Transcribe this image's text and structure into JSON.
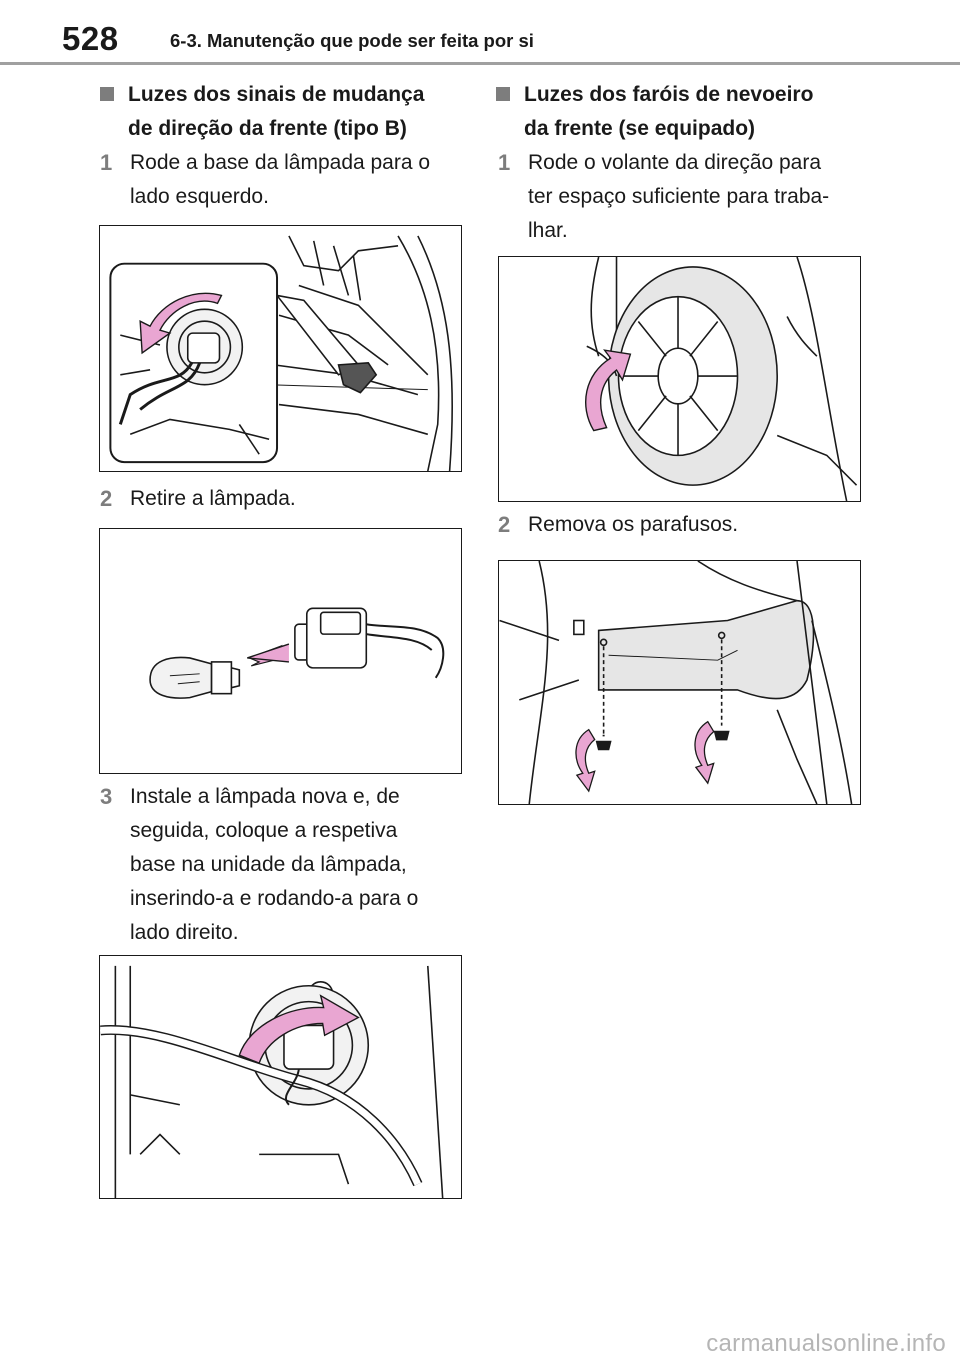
{
  "header": {
    "page_number": "528",
    "section": "6-3. Manutenção que pode ser feita por si"
  },
  "left": {
    "heading": [
      "Luzes dos sinais de mudança",
      "de direção da frente (tipo B)"
    ],
    "steps": [
      {
        "num": "1",
        "lines": [
          "Rode a base da lâmpada para o",
          "lado esquerdo."
        ]
      },
      {
        "num": "2",
        "lines": [
          "Retire a lâmpada."
        ]
      },
      {
        "num": "3",
        "lines": [
          "Instale a lâmpada nova e, de",
          "seguida, coloque a respetiva",
          "base na unidade da lâmpada,",
          "inserindo-a e rodando-a para o",
          "lado direito."
        ]
      }
    ]
  },
  "right": {
    "heading": [
      "Luzes dos faróis de nevoeiro",
      "da frente (se equipado)"
    ],
    "steps": [
      {
        "num": "1",
        "lines": [
          "Rode o volante da direção para",
          "ter espaço suficiente para traba-",
          "lhar."
        ]
      },
      {
        "num": "2",
        "lines": [
          "Remova os parafusos."
        ]
      }
    ]
  },
  "colors": {
    "arrow": "#e9a6d2",
    "shade": "#e6e6e6",
    "square": "#7d7d7d"
  },
  "watermark": "carmanualsonline.info"
}
